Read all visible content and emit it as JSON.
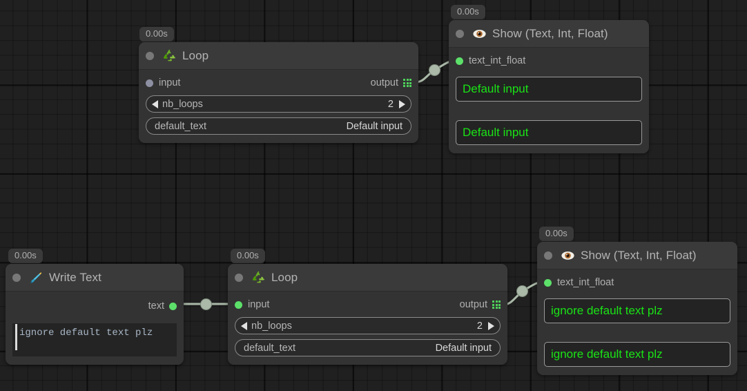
{
  "app": {
    "canvas_name": "node-graph-canvas",
    "background_color": "#202020"
  },
  "colors": {
    "node_body": "#333333",
    "node_title": "#3a3a3a",
    "port_connected": "#5de06a",
    "port_unconnected": "#8d90a2",
    "value_text": "#1ae316",
    "wire": "#aab9a8"
  },
  "nodes": [
    {
      "id": "loop-top",
      "badge": "0.00s",
      "icon": "recycle-icon",
      "title": "Loop",
      "input": {
        "label": "input",
        "connected": false
      },
      "output": {
        "label": "output",
        "icon": "grid-port-icon"
      },
      "widgets": [
        {
          "type": "stepper",
          "name": "nb_loops",
          "value": "2"
        },
        {
          "type": "field",
          "name": "default_text",
          "value": "Default input"
        }
      ]
    },
    {
      "id": "show-top",
      "badge": "0.00s",
      "icon": "eye-icon",
      "title": "Show (Text, Int, Float)",
      "input": {
        "label": "text_int_float",
        "connected": true
      },
      "fields": [
        "Default input",
        "Default input"
      ]
    },
    {
      "id": "write-text",
      "badge": "0.00s",
      "icon": "pen-nib-icon",
      "title": "Write Text",
      "output": {
        "label": "text",
        "connected": true
      },
      "editor": {
        "value": "ignore default text plz",
        "caret": true
      }
    },
    {
      "id": "loop-bottom",
      "badge": "0.00s",
      "icon": "recycle-icon",
      "title": "Loop",
      "input": {
        "label": "input",
        "connected": true
      },
      "output": {
        "label": "output",
        "icon": "grid-port-icon"
      },
      "widgets": [
        {
          "type": "stepper",
          "name": "nb_loops",
          "value": "2"
        },
        {
          "type": "field",
          "name": "default_text",
          "value": "Default input"
        }
      ]
    },
    {
      "id": "show-bottom",
      "badge": "0.00s",
      "icon": "eye-icon",
      "title": "Show (Text, Int, Float)",
      "input": {
        "label": "text_int_float",
        "connected": true
      },
      "fields": [
        "ignore default text plz",
        "ignore default text plz"
      ]
    }
  ]
}
